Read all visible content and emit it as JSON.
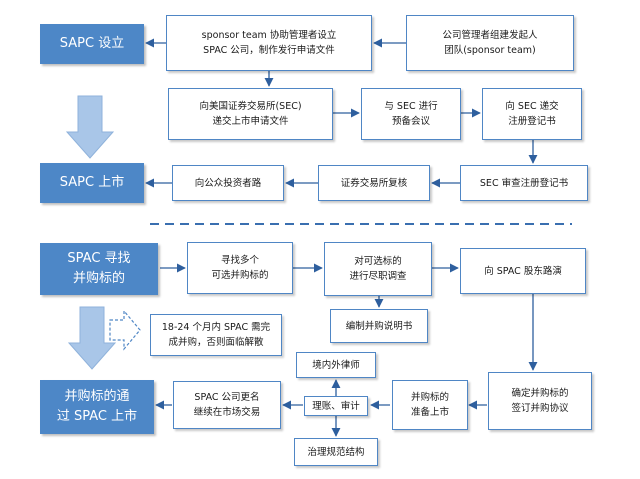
{
  "blue_labels": {
    "spac_setup": "SAPC 设立",
    "spac_listing": "SAPC 上市",
    "spac_search": "SPAC 寻找\n并购标的",
    "target_listing": "并购标的通\n过 SPAC 上市"
  },
  "steps": {
    "sponsor_assist": "sponsor team 协助管理者设立\nSPAC 公司，制作发行申请文件",
    "mgmt_team": "公司管理者组建发起人\n团队(sponsor team)",
    "sec_file": "向美国证券交易所(SEC)\n递交上市申请文件",
    "sec_meeting": "与 SEC 进行\n预备会议",
    "sec_register": "向 SEC 递交\n注册登记书",
    "sec_review": "SEC 审查注册登记书",
    "exchange_review": "证券交易所复核",
    "roadshow_public": "向公众投资者路",
    "find_targets": "寻找多个\n可选并购标的",
    "due_diligence": "对可选标的\n进行尽职调查",
    "shareholder_roadshow": "向 SPAC 股东路演",
    "merger_manual": "编制并购说明书",
    "deadline_note": "18-24 个月内 SPAC 需完\n成并购，否则面临解散",
    "spac_rename": "SPAC 公司更名\n继续在市场交易",
    "lawyers": "境内外律师",
    "audit": "理账、审计",
    "governance": "治理规范结构",
    "prepare_listing": "并购标的\n准备上市",
    "sign_agreement": "确定并购标的\n签订并购协议"
  },
  "colors": {
    "blue_fill": "#4d87c7",
    "box_border": "#4f86c5",
    "arrow": "#2e5f9e",
    "big_arrow": "#a9c6e8",
    "divider": "#3a6fb0"
  }
}
